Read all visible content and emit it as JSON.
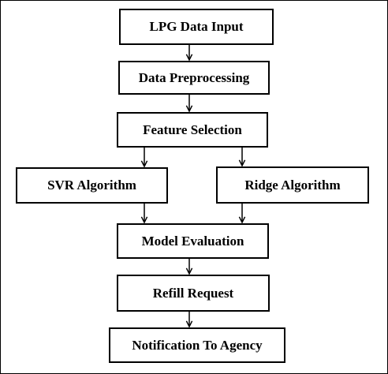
{
  "diagram": {
    "nodes": {
      "lpg_input": "LPG Data Input",
      "preprocessing": "Data Preprocessing",
      "feature_selection": "Feature Selection",
      "svr": "SVR Algorithm",
      "ridge": "Ridge Algorithm",
      "model_evaluation": "Model Evaluation",
      "refill_request": "Refill Request",
      "notification": "Notification To Agency"
    },
    "edges": [
      [
        "lpg_input",
        "preprocessing"
      ],
      [
        "preprocessing",
        "feature_selection"
      ],
      [
        "feature_selection",
        "svr"
      ],
      [
        "feature_selection",
        "ridge"
      ],
      [
        "svr",
        "model_evaluation"
      ],
      [
        "ridge",
        "model_evaluation"
      ],
      [
        "model_evaluation",
        "refill_request"
      ],
      [
        "refill_request",
        "notification"
      ]
    ]
  }
}
